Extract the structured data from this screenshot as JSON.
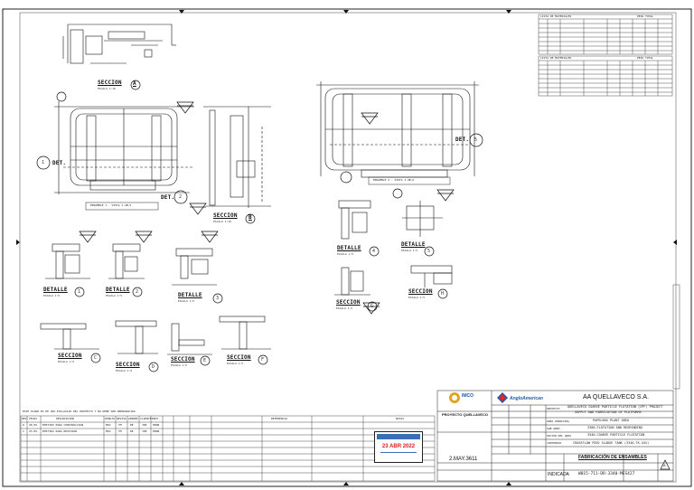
{
  "sheet": {
    "notes_text": "ESTE PLANO ES DE USO EXCLUSIVO DEL PROYECTO Y NO DEBE SER REPRODUCIDO"
  },
  "views": {
    "seccion_a": {
      "title": "SECCION",
      "letter": "A",
      "sub": "ESCALA 1:10"
    },
    "seccion_b": {
      "title": "SECCION",
      "letter": "B",
      "sub": "ESCALA 1:10"
    },
    "ensamble_1": {
      "title": "ENSAMBLE 1 - VISTA 1.4B-5",
      "sub": ""
    },
    "ensamble_2": {
      "title": "ENSAMBLE 2 - VISTA 1.4B-6",
      "sub": ""
    },
    "det_1": {
      "label": "DET.",
      "num": "1"
    },
    "det_2": {
      "label": "DET.",
      "num": "2"
    },
    "det_5": {
      "label": "DET.",
      "num": "5"
    },
    "detalle_1": {
      "title": "DETALLE",
      "num": "1",
      "sub": "ESCALA 1:5"
    },
    "detalle_2": {
      "title": "DETALLE",
      "num": "2",
      "sub": "ESCALA 1:5"
    },
    "detalle_3": {
      "title": "DETALLE",
      "num": "3",
      "sub": "ESCALA 1:5"
    },
    "detalle_4": {
      "title": "DETALLE",
      "num": "4",
      "sub": "ESCALA 1:5"
    },
    "detalle_5": {
      "title": "DETALLE",
      "num": "5",
      "sub": "ESCALA 1:5"
    },
    "seccion_c": {
      "title": "SECCION",
      "letter": "C",
      "sub": "ESCALA 1:5"
    },
    "seccion_d": {
      "title": "SECCION",
      "letter": "D",
      "sub": "ESCALA 1:5"
    },
    "seccion_e": {
      "title": "SECCION",
      "letter": "E",
      "sub": "ESCALA 1:5"
    },
    "seccion_f": {
      "title": "SECCION",
      "letter": "F",
      "sub": "ESCALA 1:5"
    },
    "seccion_g": {
      "title": "SECCION",
      "letter": "G",
      "sub": "ESCALA 1:5"
    },
    "seccion_h": {
      "title": "SECCION",
      "letter": "H",
      "sub": "ESCALA 1:5"
    }
  },
  "title_block": {
    "client": "AA QUELLAVECO S.A.",
    "client_logo_text": "AngloAmerican",
    "contractor": "IMCO",
    "contractor_project": "PROYECTO QUELLAVECO",
    "project_lines": [
      "QUELLAVECO COARSE PARTICLE FLOTATION (CPF) PROJECT",
      "SUPPLY AND FABRICATION OF PLATFORMS"
    ],
    "area": "PAPELBOX PLANT AREA",
    "subarea_lines": [
      "3300-FLOTATION AND REGRINDING",
      "3340-COARSE PARTICLE FLOTATION"
    ],
    "sheet_title": "CROSSFLOW FEED SLUDGE TANK (3340-TK-XXX)",
    "drawing_title": "FABRICACIÓN DE ENSAMBLES",
    "scale_label": "INDICADA",
    "drawing_number": "W015-711-DR-3340-MES427",
    "revision": "A",
    "date_label": "2.MAY.3611",
    "stamp_date": "23 ABR 2022",
    "row_labels": [
      "PROYECTO",
      "AREA PRINCIPAL",
      "SUB AREA",
      "SECTOR DEL AREA",
      "CONTENIDO"
    ]
  },
  "revisions": {
    "headers": [
      "REV.",
      "FECHA",
      "DESCRIPCIÓN",
      "DIBUJO",
      "REVISÓ",
      "APROBÓ",
      "CLIENTE",
      "PROY.",
      "REFERENCIA",
      "NOTAS"
    ],
    "rows": [
      [
        "0",
        "20.05.",
        "EMITIDO PARA CONSTRUCCION",
        "MAO",
        "YM",
        "RE",
        "JHP",
        "PROB."
      ],
      [
        "1",
        "23.05.",
        "EMITIDO PARA REVISION",
        "MAO",
        "YM",
        "RE",
        "JHP",
        "PROB."
      ]
    ]
  },
  "material_tables": [
    {
      "title": "LISTA DE MATERIALES",
      "subtitle": "PESO TOTAL"
    },
    {
      "title": "LISTA DE MATERIALES",
      "subtitle": "PESO TOTAL"
    }
  ]
}
